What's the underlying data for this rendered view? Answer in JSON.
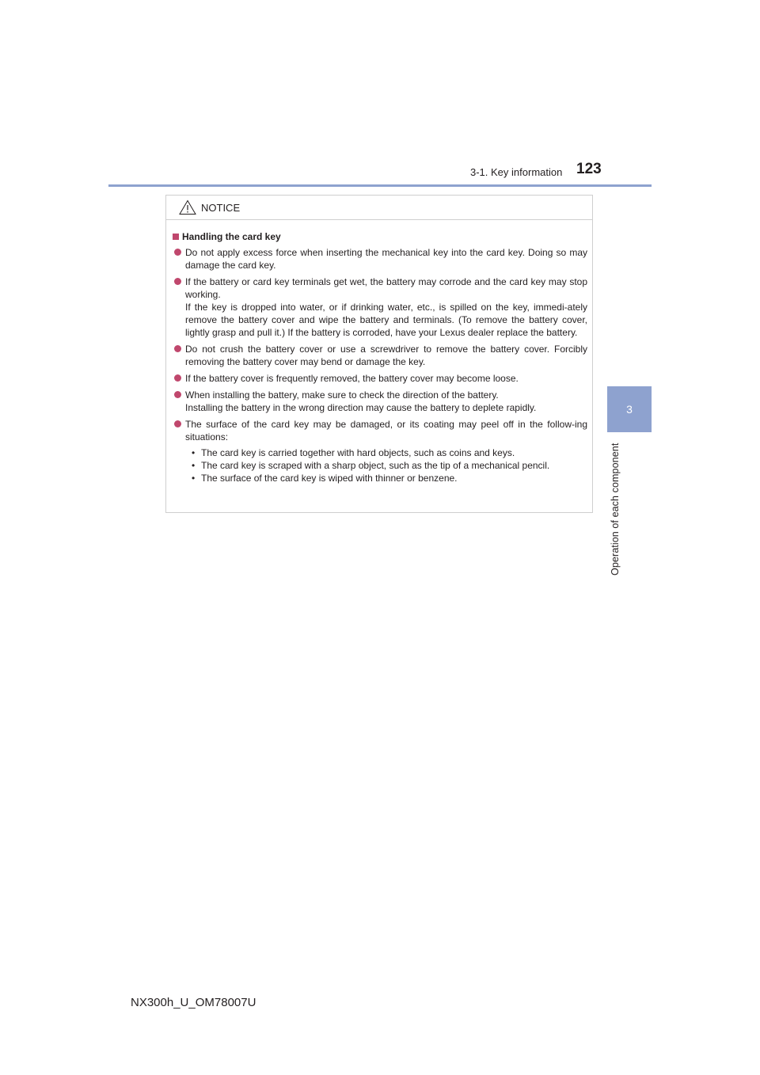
{
  "header": {
    "section_title": "3-1. Key information",
    "page_number": "123"
  },
  "side_tab": {
    "chapter_number": "3",
    "chapter_label": "Operation of each component"
  },
  "notice": {
    "label": "NOTICE",
    "subheading": "Handling the card key",
    "items": [
      {
        "paragraphs": [
          "Do not apply excess force when inserting the mechanical key into the card key. Doing so may damage the card key."
        ]
      },
      {
        "paragraphs": [
          "If the battery or card key terminals get wet, the battery may corrode and the card key may stop working.",
          "If the key is dropped into water, or if drinking water, etc., is spilled on the key, immedi-ately remove the battery cover and wipe the battery and terminals. (To remove the battery cover, lightly grasp and pull it.) If the battery is corroded, have your Lexus dealer replace the battery."
        ]
      },
      {
        "paragraphs": [
          "Do not crush the battery cover or use a screwdriver to remove the battery cover. Forcibly removing the battery cover may bend or damage the key."
        ]
      },
      {
        "paragraphs": [
          "If the battery cover is frequently removed, the battery cover may become loose."
        ]
      },
      {
        "paragraphs": [
          "When installing the battery, make sure to check the direction of the battery.",
          "Installing the battery in the wrong direction may cause the battery to deplete rapidly."
        ]
      },
      {
        "paragraphs": [
          "The surface of the card key may be damaged, or its coating may peel off in the follow-ing situations:"
        ]
      }
    ],
    "situations": [
      "The card key is carried together with hard objects, such as coins and keys.",
      "The card key is scraped with a sharp object, such as the tip of a mechanical pencil.",
      "The surface of the card key is wiped with thinner or benzene."
    ]
  },
  "footer": {
    "code": "NX300h_U_OM78007U"
  },
  "colors": {
    "accent_blue": "#8ea2cf",
    "bullet_pink": "#c0476d"
  },
  "icons": {
    "notice_icon": "warning-triangle-icon"
  }
}
